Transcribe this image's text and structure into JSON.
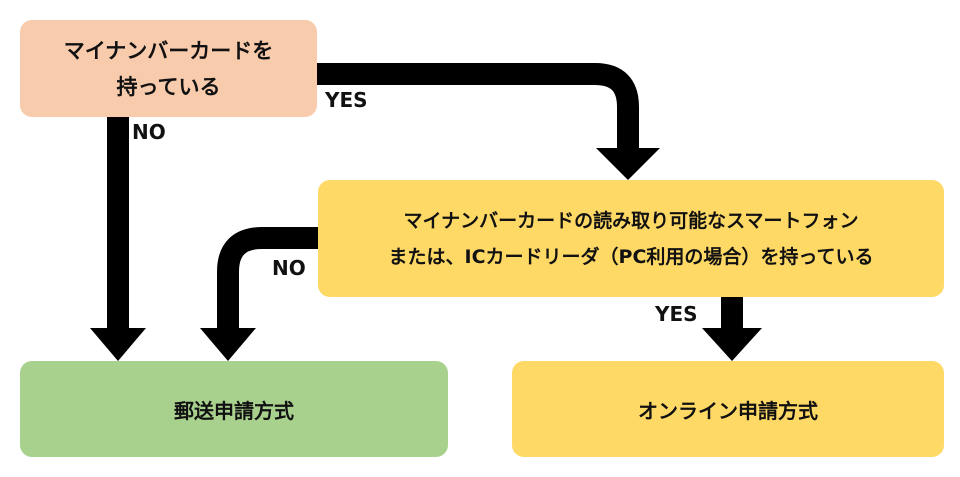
{
  "colors": {
    "start_box": "#F8CBAD",
    "question_box": "#FFD966",
    "mail_box": "#A9D18E",
    "online_box": "#FFD966",
    "arrow": "#000000"
  },
  "nodes": {
    "start": {
      "line1": "マイナンバーカードを",
      "line2": "持っている"
    },
    "question": {
      "line1": "マイナンバーカードの読み取り可能なスマートフォン",
      "line2": "または、ICカードリーダ（PC利用の場合）を持っている"
    },
    "mail": {
      "label": "郵送申請方式"
    },
    "online": {
      "label": "オンライン申請方式"
    }
  },
  "edges": {
    "start_yes": "YES",
    "start_no": "NO",
    "question_no": "NO",
    "question_yes": "YES"
  }
}
